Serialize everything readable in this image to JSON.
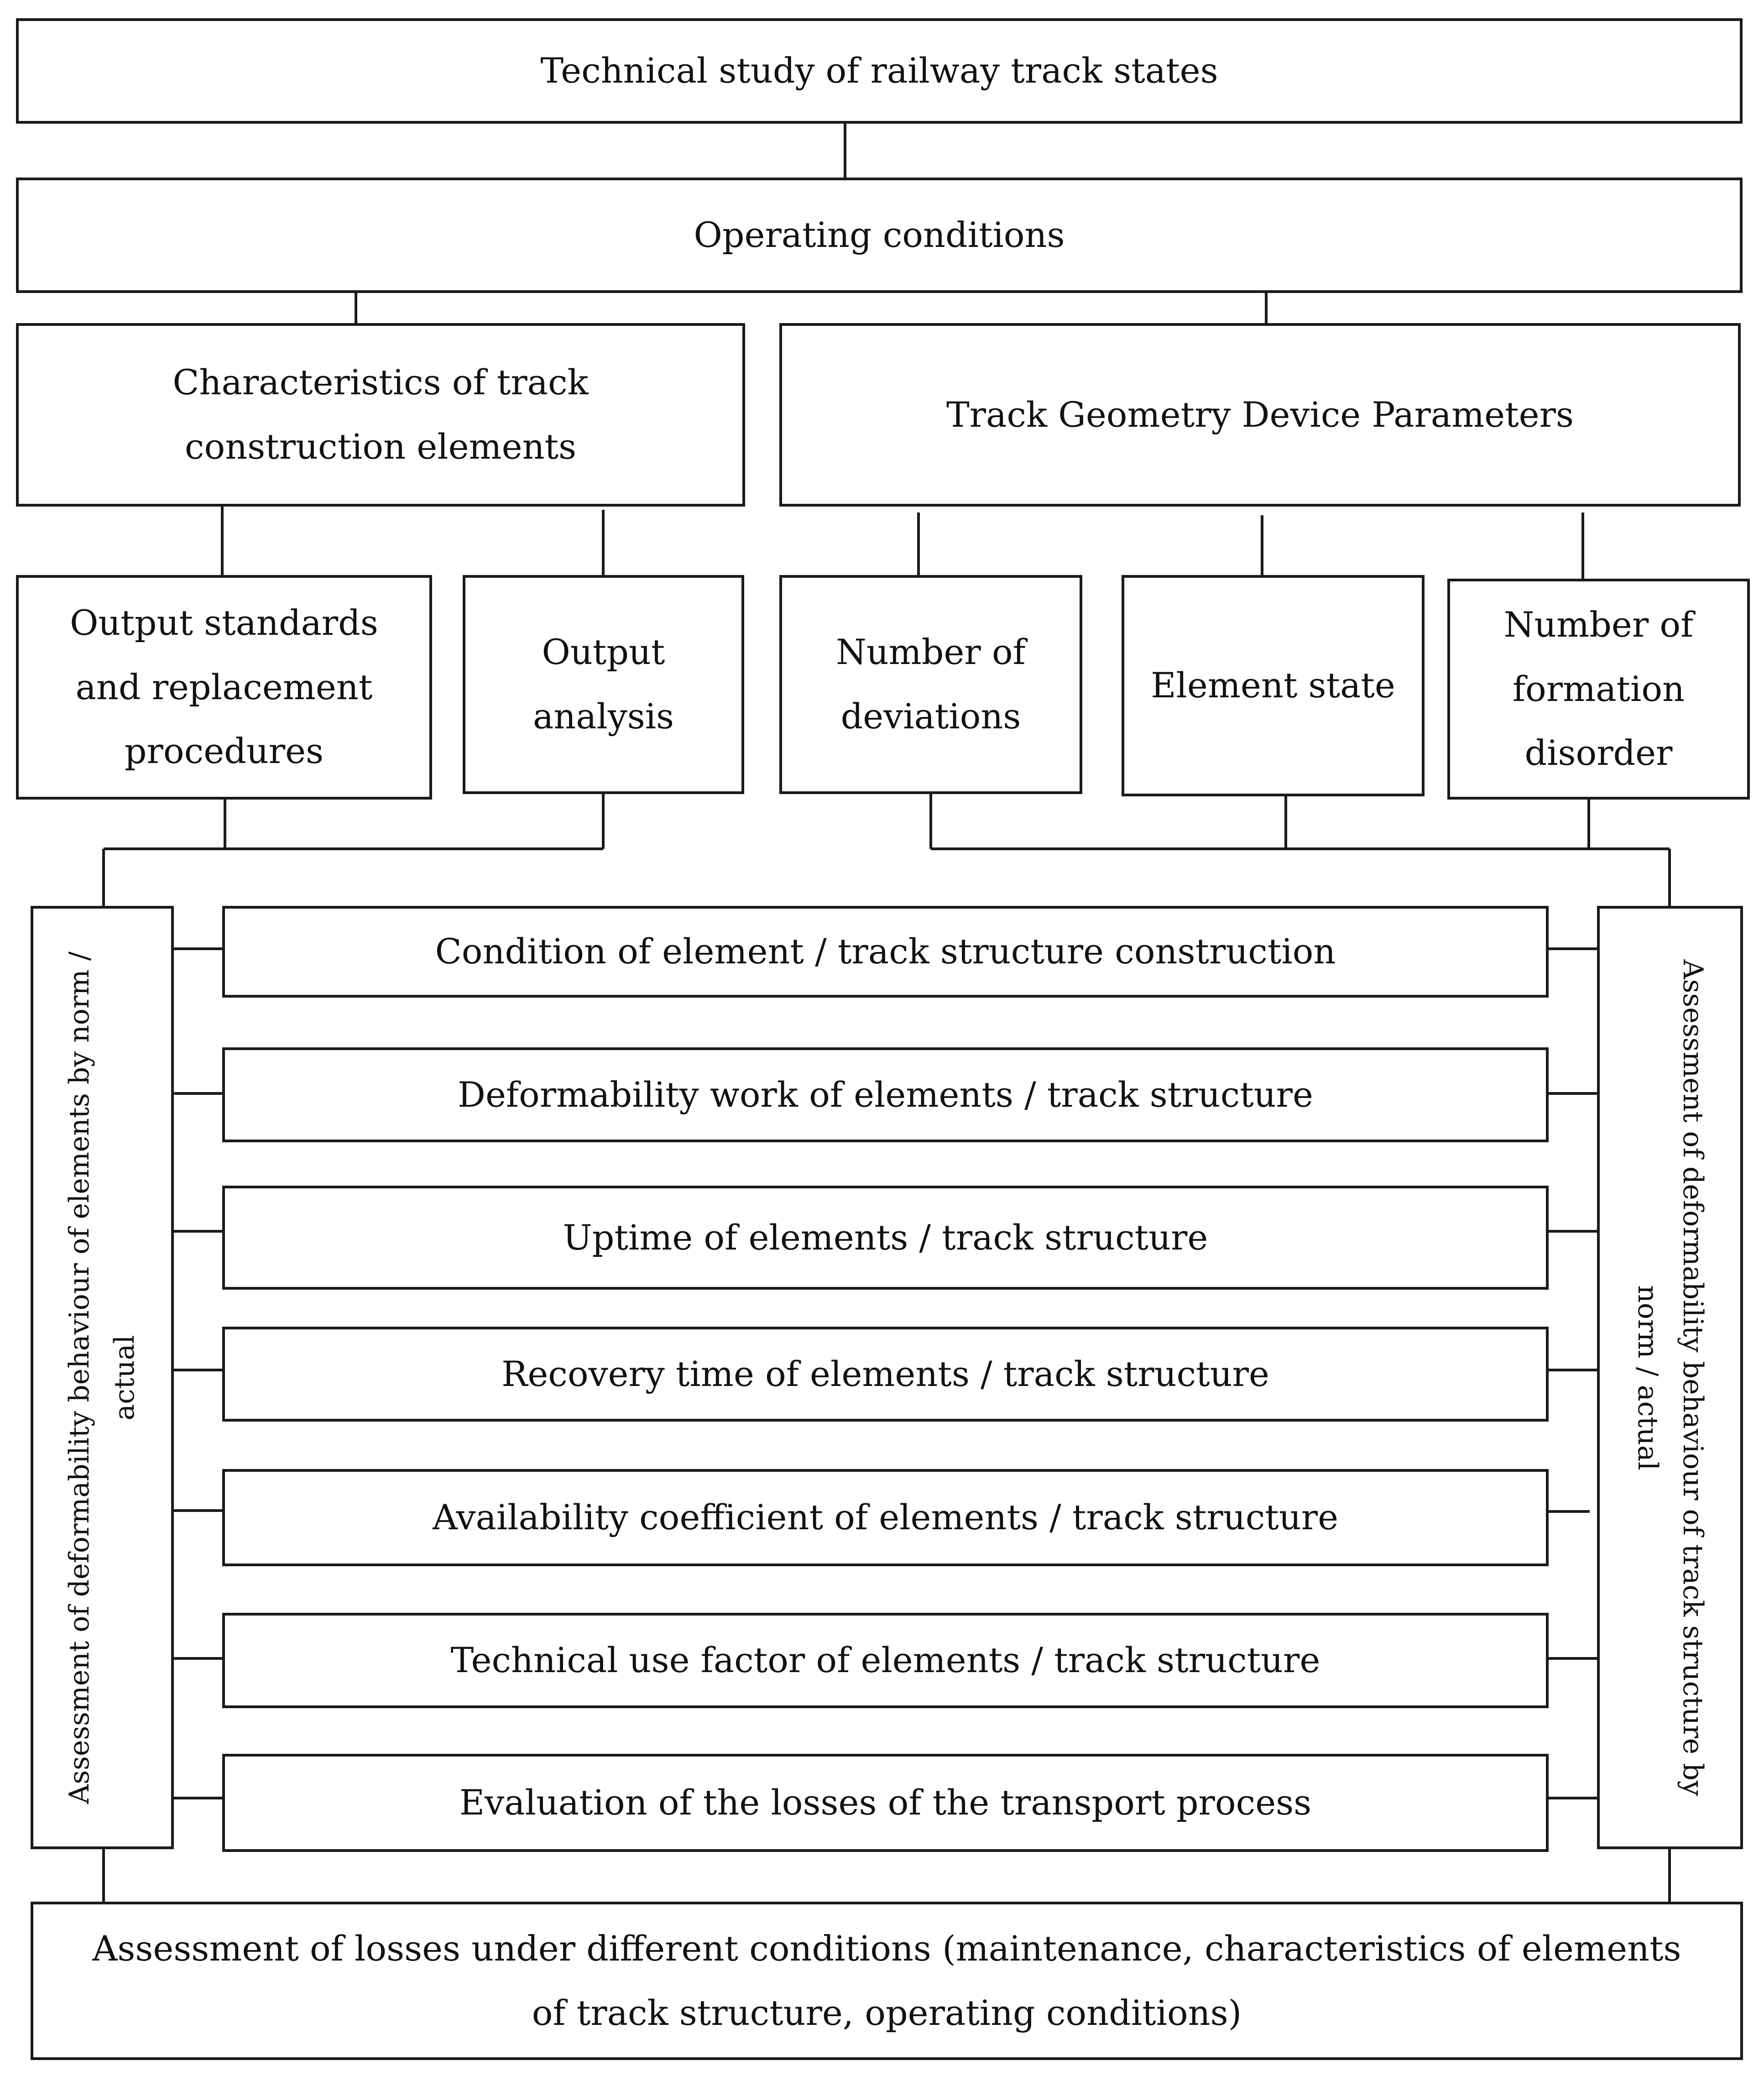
{
  "diagram": {
    "title_box": "Technical study of railway track states",
    "operating_conditions": "Operating conditions",
    "track_construction_characteristics": "Characteristics of track construction elements",
    "track_geometry_parameters": "Track Geometry Device Parameters",
    "output_standards": "Output standards and replacement procedures",
    "output_analysis": "Output analysis",
    "number_of_deviations": "Number of deviations",
    "element_state": "Element state",
    "number_of_formation_disorder": "Number of formation disorder",
    "left_side_assessment": "Assessment of deformability behaviour of elements by norm / actual",
    "right_side_assessment": "Assessment of deformability behaviour of track structure by norm / actual",
    "middle_items": [
      "Condition of element / track structure construction",
      "Deformability work of elements / track structure",
      "Uptime of elements / track structure",
      "Recovery time of elements / track structure",
      "Availability coefficient of elements / track structure",
      "Technical use factor of elements / track structure",
      "Evaluation of the losses of the transport process"
    ],
    "bottom_box": "Assessment of losses under different conditions (maintenance, characteristics of elements of track structure, operating conditions)"
  }
}
